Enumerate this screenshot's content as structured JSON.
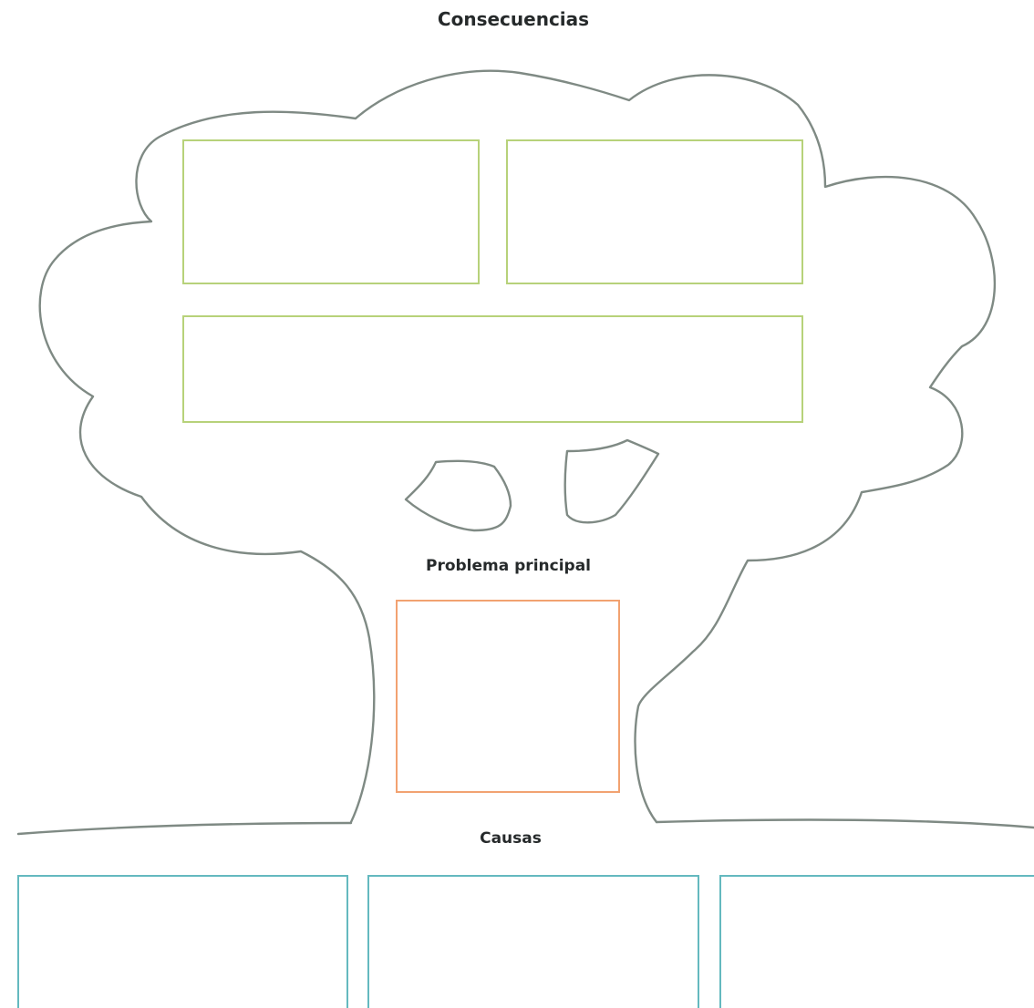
{
  "labels": {
    "consequences": "Consecuencias",
    "main_problem": "Problema principal",
    "causes": "Causas"
  },
  "colors": {
    "consequence_box": "#b7d27a",
    "problem_box": "#f2a271",
    "cause_box": "#64b9bf",
    "tree_outline": "#7f8a84"
  }
}
